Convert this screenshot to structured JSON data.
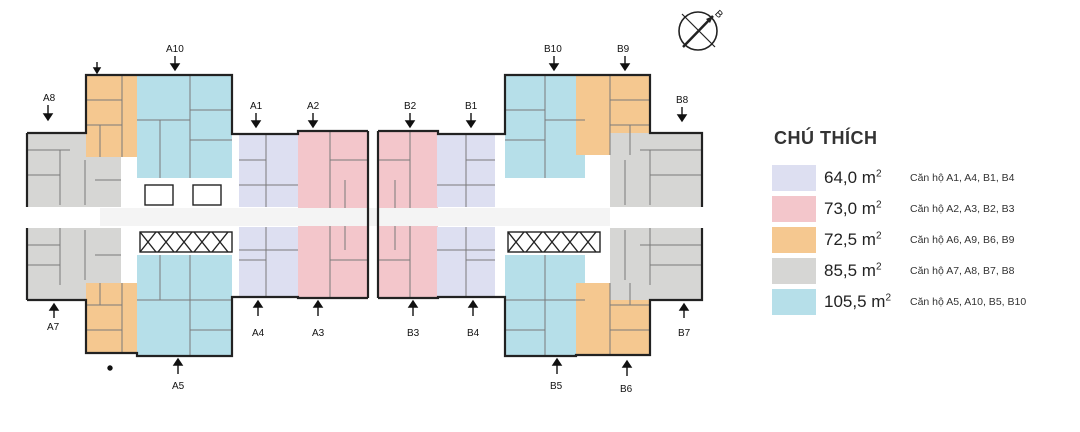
{
  "compass": {
    "label": "B"
  },
  "unit_labels": {
    "a10": "A10",
    "a8": "A8",
    "a1": "A1",
    "a2": "A2",
    "b2": "B2",
    "b1": "B1",
    "b10": "B10",
    "b9": "B9",
    "b8": "B8",
    "a7": "A7",
    "a4": "A4",
    "a3": "A3",
    "b3": "B3",
    "b4": "B4",
    "b7": "B7",
    "a5": "A5",
    "b5": "B5",
    "b6": "B6"
  },
  "legend": {
    "title": "CHÚ THÍCH",
    "unit_sup": "2",
    "items": [
      {
        "area": "64,0 m",
        "units": "Căn hộ A1, A4, B1, B4",
        "color": "#dddff1"
      },
      {
        "area": "73,0 m",
        "units": "Căn hộ A2, A3, B2, B3",
        "color": "#f3c6cb"
      },
      {
        "area": "72,5 m",
        "units": "Căn hộ A6, A9, B6, B9",
        "color": "#f5c890"
      },
      {
        "area": "85,5 m",
        "units": "Căn hộ A7, A8, B7, B8",
        "color": "#d6d6d4"
      },
      {
        "area": "105,5 m",
        "units": "Căn hộ A5, A10, B5, B10",
        "color": "#b6dfe9"
      }
    ]
  },
  "colors": {
    "lavender": "#dddff1",
    "pink": "#f3c6cb",
    "orange": "#f5c890",
    "gray": "#d6d6d4",
    "blue": "#b6dfe9"
  }
}
